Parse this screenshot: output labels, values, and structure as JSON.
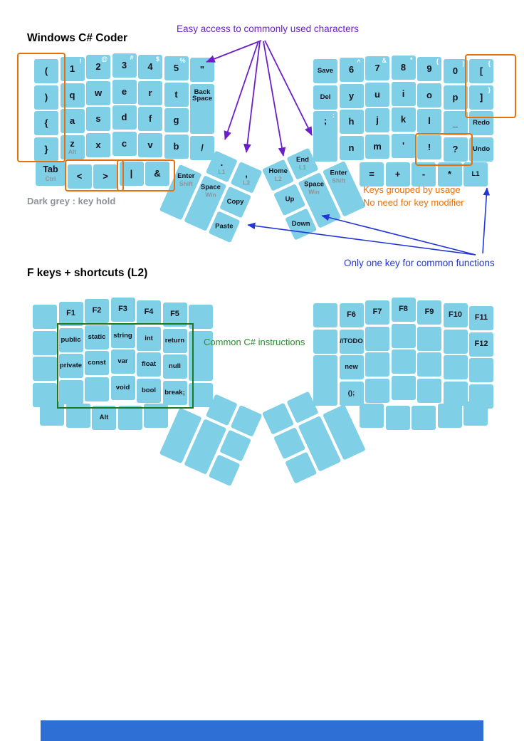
{
  "titles": {
    "layer1": "Windows C# Coder",
    "layer2": "F keys + shortcuts (L2)"
  },
  "annotations": {
    "easy_access": "Easy access to commonly used characters",
    "key_hold_legend": "Dark grey : key hold",
    "grouped_by_usage": "Keys grouped by usage",
    "no_modifier": "No need for key modifier",
    "one_key": "Only one key for common functions",
    "common_cs": "Common C# instructions"
  },
  "colors": {
    "key_fill": "#7fcfe6",
    "purple_annotation": "#6b1fc6",
    "orange_annotation": "#e8700a",
    "blue_annotation": "#2236d4",
    "green_annotation": "#2e8b2e",
    "hold_grey": "#8d9398",
    "footer_blue": "#2e6fd6"
  },
  "layer1": {
    "left": {
      "rows": [
        [
          {
            "t": "("
          },
          {
            "t": "1",
            "s": "!"
          },
          {
            "t": "2",
            "s": "@"
          },
          {
            "t": "3",
            "s": "#"
          },
          {
            "t": "4",
            "s": "$"
          },
          {
            "t": "5",
            "s": "%"
          },
          {
            "t": "\""
          }
        ],
        [
          {
            "t": ")"
          },
          {
            "t": "q"
          },
          {
            "t": "w"
          },
          {
            "t": "e"
          },
          {
            "t": "r"
          },
          {
            "t": "t"
          },
          {
            "t": "Back Space",
            "tall": 2
          }
        ],
        [
          {
            "t": "{"
          },
          {
            "t": "a"
          },
          {
            "t": "s"
          },
          {
            "t": "d"
          },
          {
            "t": "f"
          },
          {
            "t": "g"
          },
          null
        ],
        [
          {
            "t": "}"
          },
          {
            "t": "z",
            "h": "Alt"
          },
          {
            "t": "x"
          },
          {
            "t": "c"
          },
          {
            "t": "v"
          },
          {
            "t": "b"
          },
          {
            "t": "/"
          }
        ]
      ],
      "bottom": [
        {
          "t": "Tab",
          "h": "Ctrl",
          "bold": true
        },
        {
          "t": "<"
        },
        {
          "t": ">"
        },
        {
          "t": "|"
        },
        {
          "t": "&"
        }
      ]
    },
    "right": {
      "rows": [
        [
          {
            "t": "Save"
          },
          {
            "t": "6",
            "s": "^"
          },
          {
            "t": "7",
            "s": "&"
          },
          {
            "t": "8",
            "s": "*"
          },
          {
            "t": "9",
            "s": "("
          },
          {
            "t": "0",
            "s": ")"
          },
          {
            "t": "[",
            "s": "{"
          }
        ],
        [
          {
            "t": "Del"
          },
          {
            "t": "y"
          },
          {
            "t": "u"
          },
          {
            "t": "i"
          },
          {
            "t": "o"
          },
          {
            "t": "p"
          },
          {
            "t": "]",
            "s": "}"
          }
        ],
        [
          {
            "t": ";",
            "s": ":",
            "tall": 2
          },
          {
            "t": "h"
          },
          {
            "t": "j"
          },
          {
            "t": "k"
          },
          {
            "t": "l"
          },
          {
            "t": "_"
          },
          {
            "t": "Redo"
          }
        ],
        [
          null,
          {
            "t": "n"
          },
          {
            "t": "m"
          },
          {
            "t": "'"
          },
          {
            "t": "!"
          },
          {
            "t": "?"
          },
          {
            "t": "Undo"
          }
        ]
      ],
      "bottom": [
        {
          "t": "="
        },
        {
          "t": "+"
        },
        {
          "t": "-"
        },
        {
          "t": "*"
        },
        {
          "t": "L1"
        }
      ]
    },
    "left_thumb": {
      "top": [
        {
          "t": ".",
          "h": "L1"
        },
        {
          "t": ",",
          "h": "L2"
        }
      ],
      "big": [
        {
          "t": "Enter",
          "h": "Shift"
        },
        {
          "t": "Space",
          "h": "Win"
        }
      ],
      "side": [
        {
          "t": "Copy"
        },
        {
          "t": "Paste"
        }
      ]
    },
    "right_thumb": {
      "top": [
        {
          "t": "Home",
          "h": "L2"
        },
        {
          "t": "End",
          "h": "L1"
        }
      ],
      "big": [
        {
          "t": "Space",
          "h": "Win"
        },
        {
          "t": "Enter",
          "h": "Shift"
        }
      ],
      "side": [
        {
          "t": "Up"
        },
        {
          "t": "Down"
        }
      ]
    }
  },
  "layer2": {
    "left": {
      "rows": [
        [
          "",
          "F1",
          "F2",
          "F3",
          "F4",
          "F5",
          ""
        ],
        [
          "",
          "public",
          "static",
          "string",
          "int",
          "return",
          {
            "tall": 2
          }
        ],
        [
          "",
          "private",
          "const",
          "var",
          "float",
          "null",
          null
        ],
        [
          "",
          "",
          "",
          "void",
          "bool",
          "break;",
          ""
        ]
      ],
      "bottom": [
        "",
        "",
        "Alt",
        "",
        ""
      ]
    },
    "right": {
      "rows": [
        [
          "",
          "F6",
          "F7",
          "F8",
          "F9",
          "F10",
          "F11"
        ],
        [
          "",
          "//TODO",
          "",
          "",
          "",
          "",
          "F12"
        ],
        [
          {
            "tall": 2
          },
          "new",
          "",
          "",
          "",
          "",
          ""
        ],
        [
          null,
          "();",
          "",
          "",
          "",
          "",
          ""
        ]
      ],
      "bottom": [
        "",
        "",
        "",
        "",
        ""
      ]
    },
    "left_thumb": {
      "top": [
        "",
        ""
      ],
      "big": [
        "",
        ""
      ],
      "side": [
        "",
        ""
      ]
    },
    "right_thumb": {
      "top": [
        "",
        ""
      ],
      "big": [
        "",
        ""
      ],
      "side": [
        "",
        ""
      ]
    }
  }
}
